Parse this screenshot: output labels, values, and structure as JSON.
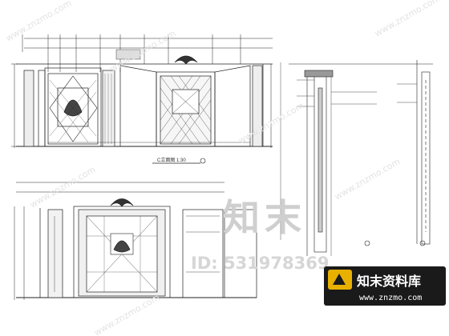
{
  "drawing": {
    "title_center_elevation": "C立面图  1:30"
  },
  "watermark": {
    "big_text": "知末",
    "id_text": "ID: 531978369",
    "site_text": "www.znzmo.com"
  },
  "logo": {
    "name": "知末资料库",
    "url": "www.znzmo.com",
    "colors": {
      "background": "#1a1a1a",
      "accent": "#e8b000"
    }
  }
}
